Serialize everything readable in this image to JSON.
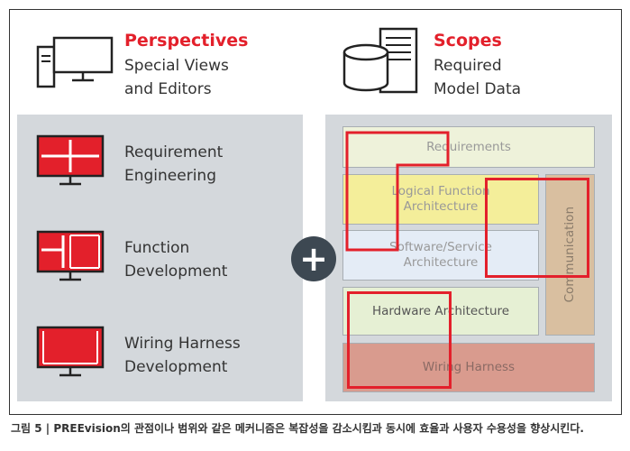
{
  "perspectives": {
    "title": "Perspectives",
    "line1": "Special Views",
    "line2": "and Editors",
    "icon": "desktop-computer-icon",
    "items": [
      {
        "line1": "Requirement",
        "line2": "Engineering",
        "icon": "monitor-grid-icon"
      },
      {
        "line1": "Function",
        "line2": "Development",
        "icon": "monitor-blocks-icon"
      },
      {
        "line1": "Wiring Harness",
        "line2": "Development",
        "icon": "monitor-wide-icon"
      }
    ]
  },
  "scopes": {
    "title": "Scopes",
    "line1": "Required",
    "line2": "Model Data",
    "icon": "database-server-icon",
    "boxes": {
      "requirements": "Requirements",
      "logical_1": "Logical Function",
      "logical_2": "Architecture",
      "software_1": "Software/Service",
      "software_2": "Architecture",
      "hardware": "Hardware Architecture",
      "wiring": "Wiring Harness",
      "communication": "Communication"
    }
  },
  "plus_symbol": "+",
  "caption": "그림 5 | PREEvision의 관점이나 범위와 같은 메커니즘은 복잡성을 감소시킴과 동시에 효율과 사용자 수용성을 향상시킨다.",
  "colors": {
    "accent": "#e3202b",
    "panel": "#d4d8dc",
    "requirements_fill": "#eef2da",
    "logical_fill": "#f4ee9a",
    "software_fill": "#e4ecf6",
    "hardware_fill": "#e6f0d4",
    "wiring_fill": "#d99b8e",
    "communication_fill": "#d9bfa0"
  }
}
